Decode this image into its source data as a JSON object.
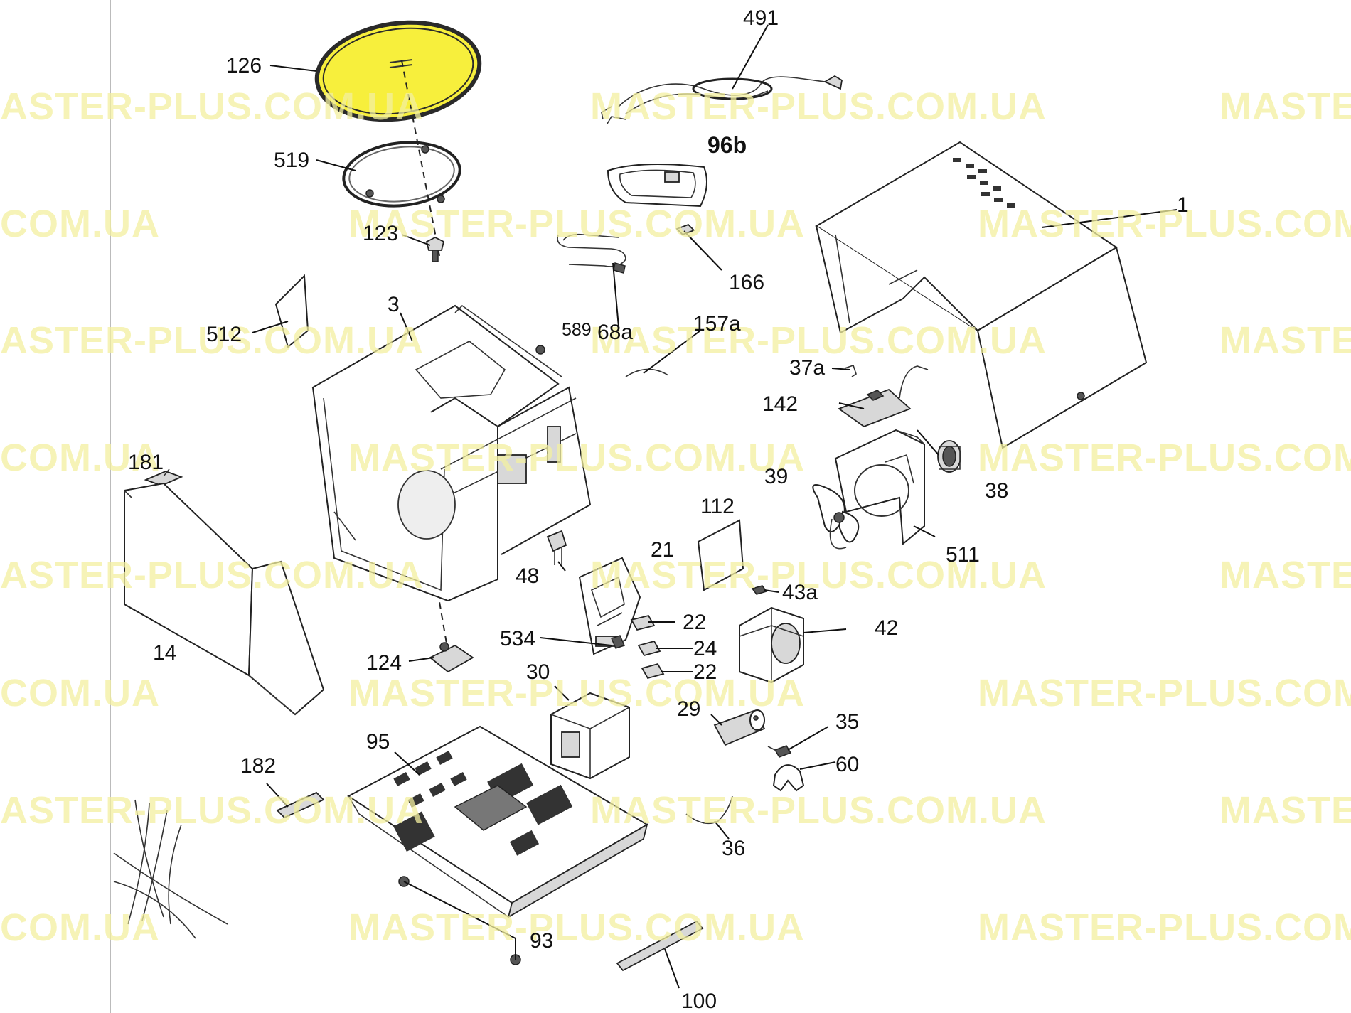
{
  "watermark": {
    "text_full": "MASTER-PLUS.COM.UA",
    "text_left": "ASTER-PLUS.COM.UA",
    "text_short": "COM.UA",
    "text_cut": "MASTE",
    "text_right": "MASTER-PLUS.COM",
    "color": "#f3f0a0"
  },
  "highlight_color": "#f7ef3c",
  "labels": {
    "p126": "126",
    "p491": "491",
    "p519": "519",
    "p96b": "96b",
    "p1": "1",
    "p123": "123",
    "p166": "166",
    "p512": "512",
    "p3": "3",
    "p589": "589",
    "p68a": "68a",
    "p157a": "157a",
    "p37a": "37a",
    "p142": "142",
    "p181": "181",
    "p39": "39",
    "p38": "38",
    "p112": "112",
    "p21": "21",
    "p511": "511",
    "p48": "48",
    "p43a": "43a",
    "p22a": "22",
    "p534": "534",
    "p24": "24",
    "p42": "42",
    "p14": "14",
    "p124": "124",
    "p22b": "22",
    "p30": "30",
    "p29": "29",
    "p35": "35",
    "p95": "95",
    "p60": "60",
    "p182": "182",
    "p36": "36",
    "p93": "93",
    "p100": "100"
  }
}
